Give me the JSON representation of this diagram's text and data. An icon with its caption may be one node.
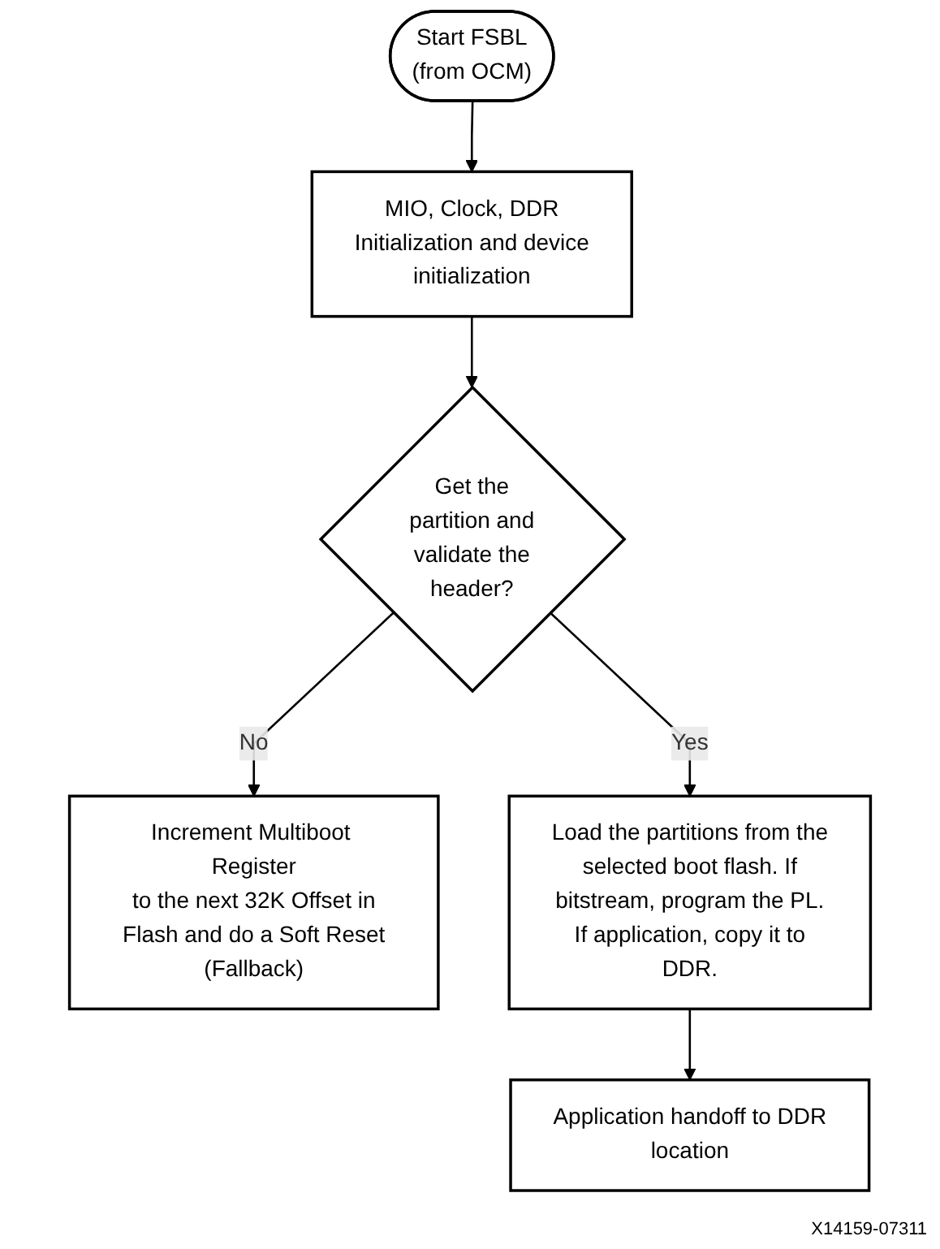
{
  "diagram": {
    "nodes": [
      {
        "text": [
          "Start FSBL (from OCM)"
        ]
      },
      {
        "text": [
          "MIO, Clock, DDR Initialization and device initialization"
        ]
      },
      {
        "text": [
          "Get the partition and validate the header?"
        ]
      },
      {
        "text": [
          "Increment Multiboot Register to the next 32K Offset in Flash and do a Soft Reset (Fallback)"
        ]
      },
      {
        "text": [
          "Load the partitions from the selected boot flash. If bitstream, program the PL. If application, copy it to DDR."
        ]
      },
      {
        "text": [
          "Application handoff to DDR location"
        ]
      }
    ],
    "edges": [
      {
        "from": 0,
        "to": 1,
        "arrow": "to"
      },
      {
        "from": 1,
        "to": 2,
        "arrow": "to"
      },
      {
        "from": 2,
        "to": 3,
        "arrow": "to",
        "label": "No"
      },
      {
        "from": 2,
        "to": 4,
        "arrow": "to",
        "label": "Yes"
      },
      {
        "from": 4,
        "to": 5,
        "arrow": "to"
      }
    ],
    "labels": [
      "X14159-07311"
    ]
  }
}
